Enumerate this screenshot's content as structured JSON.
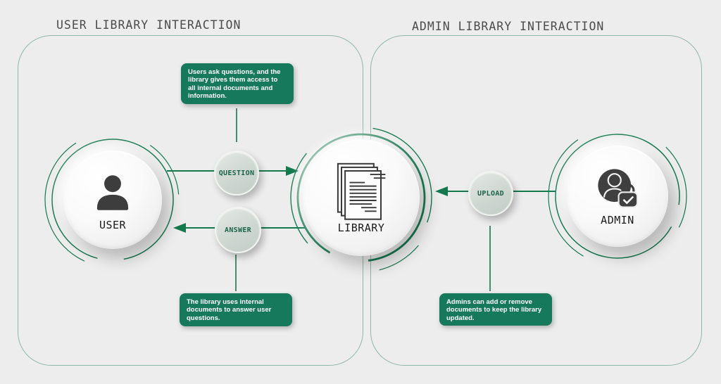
{
  "titles": {
    "user_section": "USER LIBRARY INTERACTION",
    "admin_section": "ADMIN LIBRARY INTERACTION"
  },
  "nodes": {
    "user": {
      "label": "USER"
    },
    "library": {
      "label": "LIBRARY"
    },
    "admin": {
      "label": "ADMIN"
    }
  },
  "connectors": {
    "question": {
      "label": "QUESTION"
    },
    "answer": {
      "label": "ANSWER"
    },
    "upload": {
      "label": "UPLOAD"
    }
  },
  "notes": {
    "user_top": "Users ask questions, and the library gives them access to all internal documents and information.",
    "user_bottom": "The library uses internal documents to answer user questions.",
    "admin_bottom": "Admins can add or remove documents to keep the library updated."
  },
  "colors": {
    "background": "#ededed",
    "accent_green": "#15794f",
    "note_green": "#17795c",
    "frame_sage": "#8db8a6",
    "icon_gray": "#3d3d3d",
    "title_gray": "#4b4b4b"
  }
}
